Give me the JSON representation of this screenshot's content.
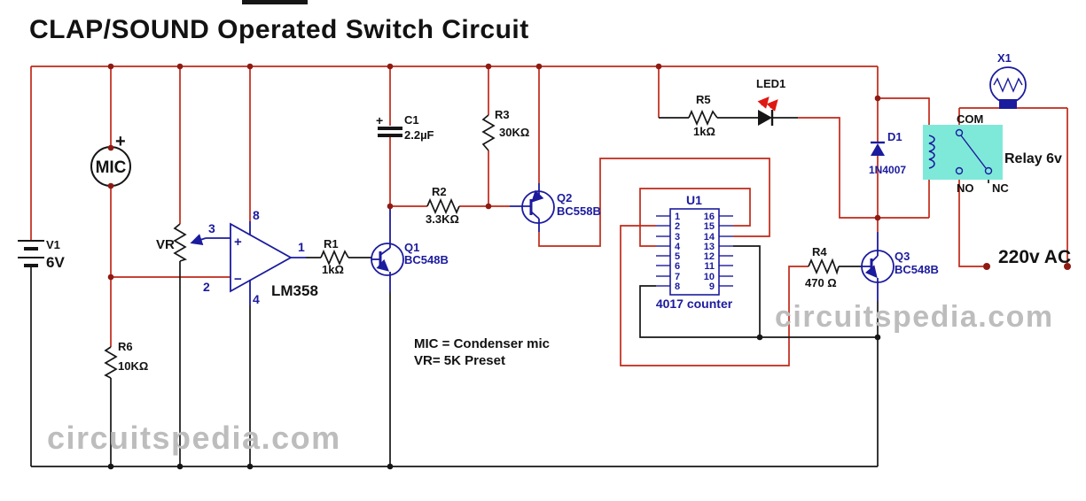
{
  "title": "CLAP/SOUND Operated Switch Circuit",
  "watermark": "circuitspedia.com",
  "notes": [
    "MIC = Condenser mic",
    "VR= 5K Preset"
  ],
  "battery": {
    "ref": "V1",
    "value": "6V"
  },
  "mic": {
    "label": "MIC",
    "polarity": "+"
  },
  "vr": {
    "ref": "VR"
  },
  "opamp": {
    "part": "LM358",
    "plus": "+",
    "minus": "−",
    "pins": {
      "out": "1",
      "inv": "2",
      "nin": "3",
      "gnd": "4",
      "vcc": "8"
    }
  },
  "r1": {
    "ref": "R1",
    "value": "1kΩ"
  },
  "r2": {
    "ref": "R2",
    "value": "3.3KΩ"
  },
  "r3": {
    "ref": "R3",
    "value": "30KΩ"
  },
  "r4": {
    "ref": "R4",
    "value": "470 Ω"
  },
  "r5": {
    "ref": "R5",
    "value": "1kΩ"
  },
  "r6": {
    "ref": "R6",
    "value": "10KΩ"
  },
  "c1": {
    "ref": "C1",
    "value": "2.2µF",
    "polarity": "+"
  },
  "q1": {
    "ref": "Q1",
    "part": "BC548B"
  },
  "q2": {
    "ref": "Q2",
    "part": "BC558B"
  },
  "q3": {
    "ref": "Q3",
    "part": "BC548B"
  },
  "d1": {
    "ref": "D1",
    "part": "1N4007"
  },
  "led1": {
    "ref": "LED1"
  },
  "u1": {
    "ref": "U1",
    "name": "4017 counter",
    "left_pins": [
      "1",
      "2",
      "3",
      "4",
      "5",
      "6",
      "7",
      "8"
    ],
    "right_pins": [
      "16",
      "15",
      "14",
      "13",
      "12",
      "11",
      "10",
      "9"
    ]
  },
  "relay": {
    "label": "Relay 6v",
    "com": "COM",
    "no": "NO",
    "nc": "NC"
  },
  "lamp": {
    "ref": "X1"
  },
  "ac": {
    "label": "220v AC"
  },
  "colors": {
    "wire-red": "#c02818",
    "wire-black": "#161616",
    "navy": "#1b1b9e",
    "junction": "#8e1a12",
    "relay": "#7fe9d9",
    "watermark": "#bdbdbd",
    "led-red": "#e01812"
  }
}
